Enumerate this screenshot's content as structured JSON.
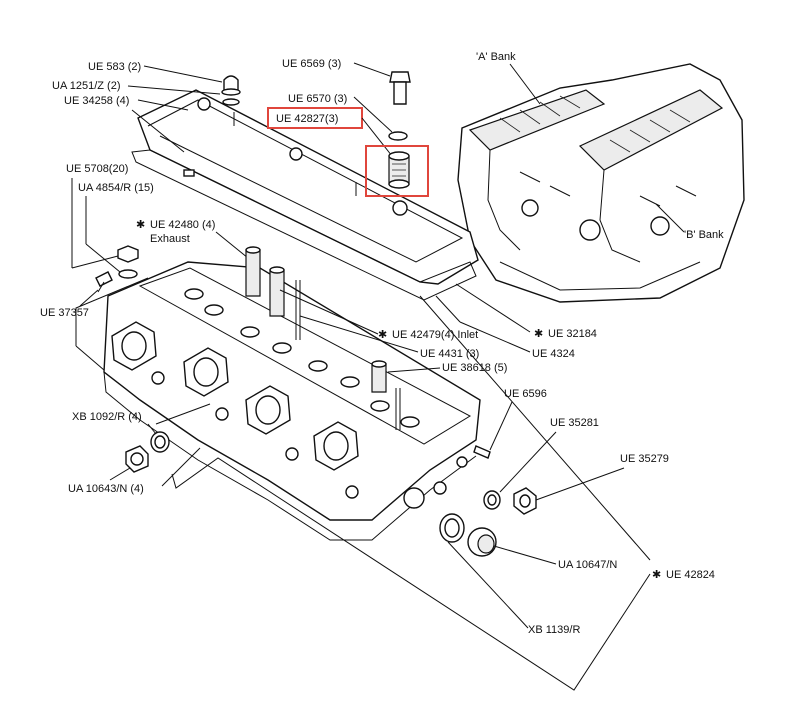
{
  "labels": {
    "ue583": "UE 583 (2)",
    "ua1251": "UA 1251/Z (2)",
    "ue34258": "UE 34258 (4)",
    "ue6569": "UE 6569 (3)",
    "ue6570": "UE 6570 (3)",
    "ue42827": "UE 42827(3)",
    "a_bank": "'A' Bank",
    "b_bank": "'B' Bank",
    "ue5708": "UE 5708(20)",
    "ua4854": "UA 4854/R (15)",
    "ue42480": "UE 42480 (4)",
    "exhaust": "Exhaust",
    "ue37357": "UE 37357",
    "ue42479": "UE 42479(4) Inlet",
    "ue4431": "UE 4431 (3)",
    "ue38618": "UE 38618 (5)",
    "ue32184": "UE 32184",
    "ue4324": "UE 4324",
    "ue6596": "UE 6596",
    "xb1092": "XB 1092/R (4)",
    "ua10643": "UA 10643/N (4)",
    "ue35281": "UE 35281",
    "ue35279": "UE 35279",
    "ua10647": "UA 10647/N",
    "ue42824": "UE 42824",
    "xb1139": "XB 1139/R"
  },
  "marks": {
    "asterisk": "✱"
  },
  "highlight": {
    "color": "#e0463c"
  }
}
